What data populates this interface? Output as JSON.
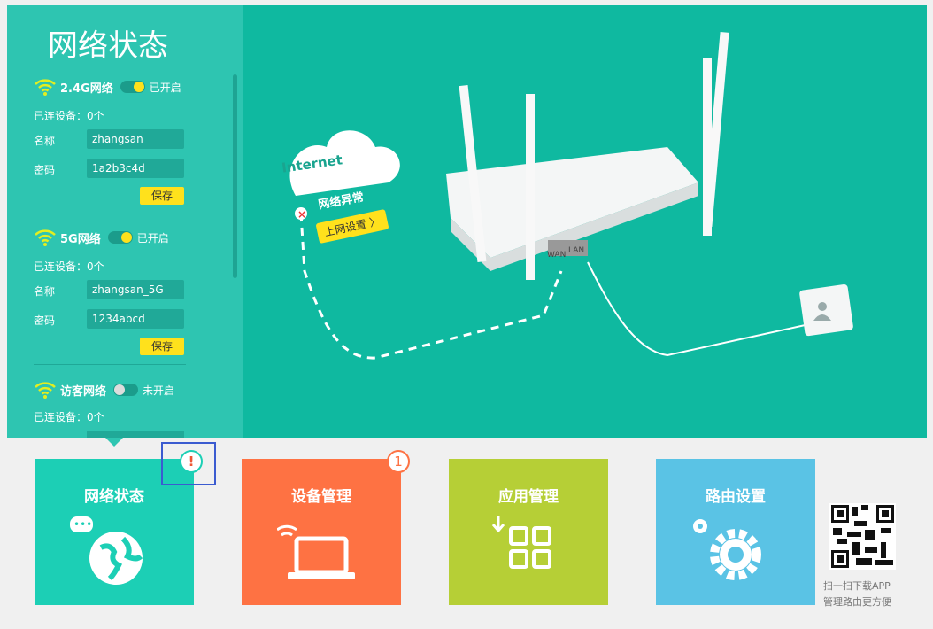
{
  "title": "网络状态",
  "networks": [
    {
      "name": "2.4G网络",
      "state": "已开启",
      "on": true,
      "connected": "已连设备：0个",
      "name_label": "名称",
      "ssid": "zhangsan",
      "pwd_label": "密码",
      "password": "1a2b3c4d",
      "save": "保存"
    },
    {
      "name": "5G网络",
      "state": "已开启",
      "on": true,
      "connected": "已连设备：0个",
      "name_label": "名称",
      "ssid": "zhangsan_5G",
      "pwd_label": "密码",
      "password": "1234abcd",
      "save": "保存"
    },
    {
      "name": "访客网络",
      "state": "未开启",
      "on": false,
      "connected": "已连设备：0个"
    }
  ],
  "illustration": {
    "cloud": "Internet",
    "status": "网络异常",
    "setup_button": "上网设置 〉",
    "wan": "WAN",
    "lan": "LAN"
  },
  "tiles": [
    {
      "label": "网络状态",
      "color": "#1ccfb5",
      "badge": "!"
    },
    {
      "label": "设备管理",
      "color": "#fe7243",
      "badge": "1"
    },
    {
      "label": "应用管理",
      "color": "#b6cf36"
    },
    {
      "label": "路由设置",
      "color": "#5ac3e5"
    }
  ],
  "qr": {
    "line1": "扫一扫下载APP",
    "line2": "管理路由更方便"
  }
}
